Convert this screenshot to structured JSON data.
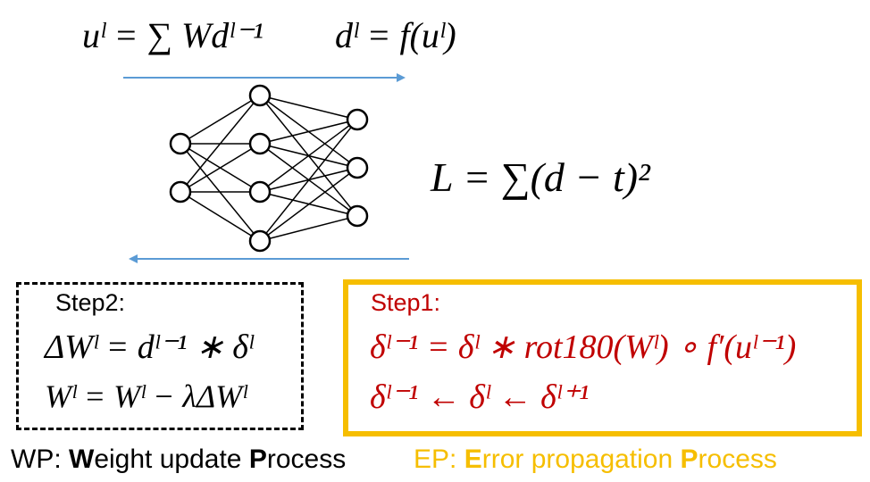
{
  "colors": {
    "arrow": "#5b9bd5",
    "step1": "#c00000",
    "ep": "#f6be00",
    "border_yellow": "#f6be00",
    "text": "#000000"
  },
  "formulas": {
    "forward_u": "uˡ = ∑ Wdˡ⁻¹",
    "forward_d": "dˡ = f(uˡ)",
    "loss": "L = ∑(d − t)²"
  },
  "step2": {
    "label": "Step2:",
    "eq1": "ΔWˡ = dˡ⁻¹ ∗ δˡ",
    "eq2": "Wˡ = Wˡ − λΔWˡ"
  },
  "step1": {
    "label": "Step1:",
    "eq1": "δˡ⁻¹ = δˡ ∗ rot180(Wˡ) ∘ f′(uˡ⁻¹)",
    "eq2": "δˡ⁻¹ ← δˡ ← δˡ⁺¹"
  },
  "captions": {
    "wp_prefix": "WP: ",
    "wp_w": "W",
    "wp_mid": "eight update ",
    "wp_p": "P",
    "wp_end": "rocess",
    "ep_prefix": "EP: ",
    "ep_e": "E",
    "ep_mid": "rror propagation ",
    "ep_p": "P",
    "ep_end": "rocess"
  },
  "network": {
    "layers": [
      2,
      4,
      3
    ]
  }
}
